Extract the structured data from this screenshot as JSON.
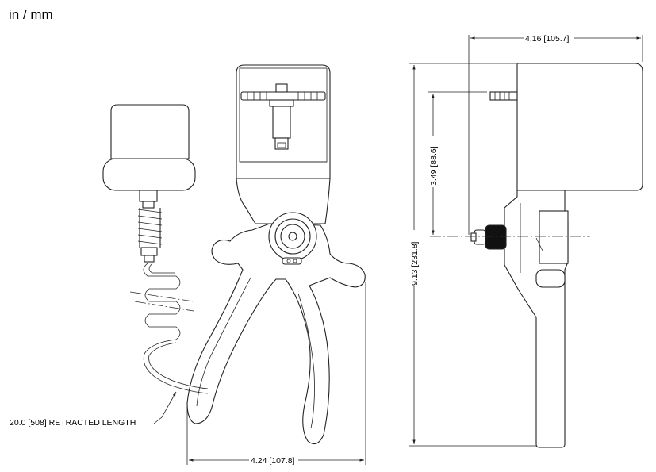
{
  "units_label": "in / mm",
  "dimensions": {
    "width_side": "4.16 [105.7]",
    "height_total": "9.13 [231.8]",
    "height_axis": "3.49 [88.6]",
    "width_front": "4.24 [107.8]",
    "cable_length": "20.0 [508] RETRACTED LENGTH"
  }
}
